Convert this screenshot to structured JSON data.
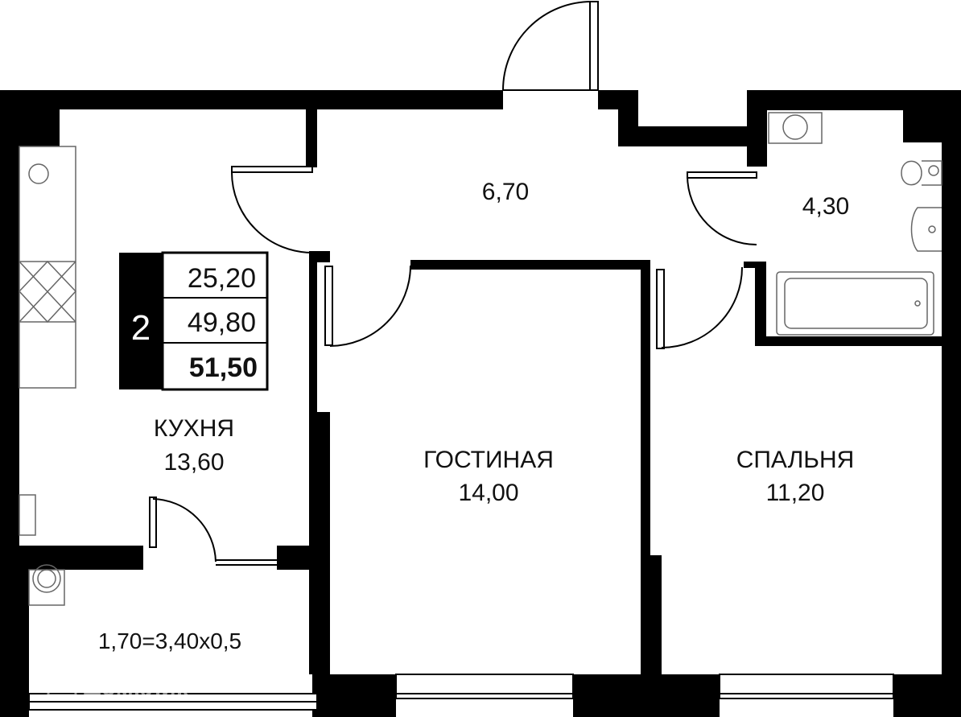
{
  "summary": {
    "rooms_count": "2",
    "living_area": "25,20",
    "total_area": "49,80",
    "total_area_with_balcony": "51,50"
  },
  "rooms": {
    "hall_area": "6,70",
    "bathroom_area": "4,30",
    "kitchen_name": "КУХНЯ",
    "kitchen_area": "13,60",
    "living_name": "ГОСТИНАЯ",
    "living_area": "14,00",
    "bedroom_name": "СПАЛЬНЯ",
    "bedroom_area": "11,20",
    "balcony_formula": "1,70=3,40х0,5"
  },
  "watermark": "Домклик",
  "colors": {
    "wall": "#000000",
    "background": "#ffffff",
    "fixture_line": "#666666",
    "watermark": "#ffffff"
  }
}
